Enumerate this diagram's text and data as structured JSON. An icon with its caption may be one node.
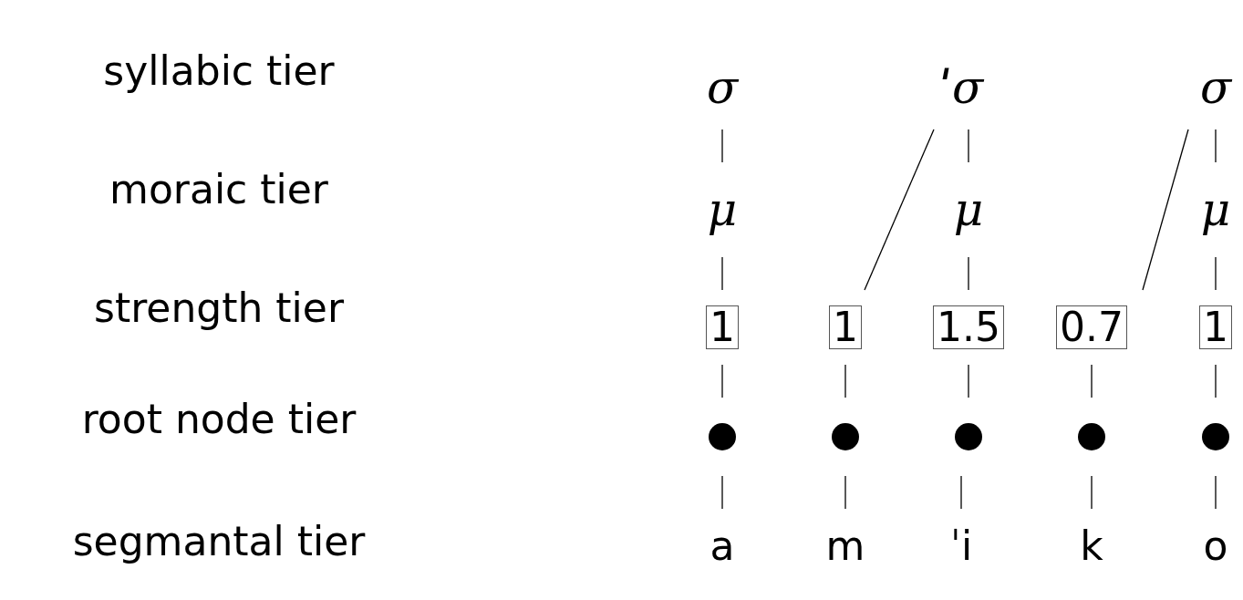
{
  "diagram": {
    "nodes": [
      {
        "text": [
          "σ"
        ]
      },
      {
        "text": [
          "ˈσ"
        ]
      },
      {
        "text": [
          "σ"
        ]
      },
      {
        "text": [
          "μ"
        ]
      },
      {
        "text": [
          "μ"
        ]
      },
      {
        "text": [
          "μ"
        ]
      },
      {
        "text": [
          "1"
        ]
      },
      {
        "text": [
          "1"
        ]
      },
      {
        "text": [
          "1.5"
        ]
      },
      {
        "text": [
          "0.7"
        ]
      },
      {
        "text": [
          "1"
        ]
      },
      {
        "text": [],
        "shape": "circle"
      },
      {
        "text": [],
        "shape": "circle"
      },
      {
        "text": [],
        "shape": "circle"
      },
      {
        "text": [],
        "shape": "circle"
      },
      {
        "text": [],
        "shape": "circle"
      },
      {
        "text": [
          "a"
        ]
      },
      {
        "text": [
          "m"
        ]
      },
      {
        "text": [
          "ˈi"
        ]
      },
      {
        "text": [
          "k"
        ]
      },
      {
        "text": [
          "o"
        ]
      }
    ],
    "edges": [
      {
        "from": 0,
        "to": 3,
        "arrow": "none"
      },
      {
        "from": 1,
        "to": 7,
        "arrow": "none"
      },
      {
        "from": 1,
        "to": 4,
        "arrow": "none"
      },
      {
        "from": 2,
        "to": 9,
        "arrow": "none"
      },
      {
        "from": 2,
        "to": 5,
        "arrow": "none"
      },
      {
        "from": 3,
        "to": 6,
        "arrow": "none"
      },
      {
        "from": 4,
        "to": 8,
        "arrow": "none"
      },
      {
        "from": 5,
        "to": 10,
        "arrow": "none"
      },
      {
        "from": 6,
        "to": 11,
        "arrow": "none"
      },
      {
        "from": 7,
        "to": 12,
        "arrow": "none"
      },
      {
        "from": 8,
        "to": 13,
        "arrow": "none"
      },
      {
        "from": 9,
        "to": 14,
        "arrow": "none"
      },
      {
        "from": 10,
        "to": 15,
        "arrow": "none"
      },
      {
        "from": 11,
        "to": 16,
        "arrow": "none"
      },
      {
        "from": 12,
        "to": 17,
        "arrow": "none"
      },
      {
        "from": 13,
        "to": 18,
        "arrow": "none"
      },
      {
        "from": 14,
        "to": 19,
        "arrow": "none"
      },
      {
        "from": 15,
        "to": 20,
        "arrow": "none"
      }
    ],
    "labels": [
      "syllabic tier",
      "moraic tier",
      "strength tier",
      "root node tier",
      "segmantal tier"
    ]
  }
}
